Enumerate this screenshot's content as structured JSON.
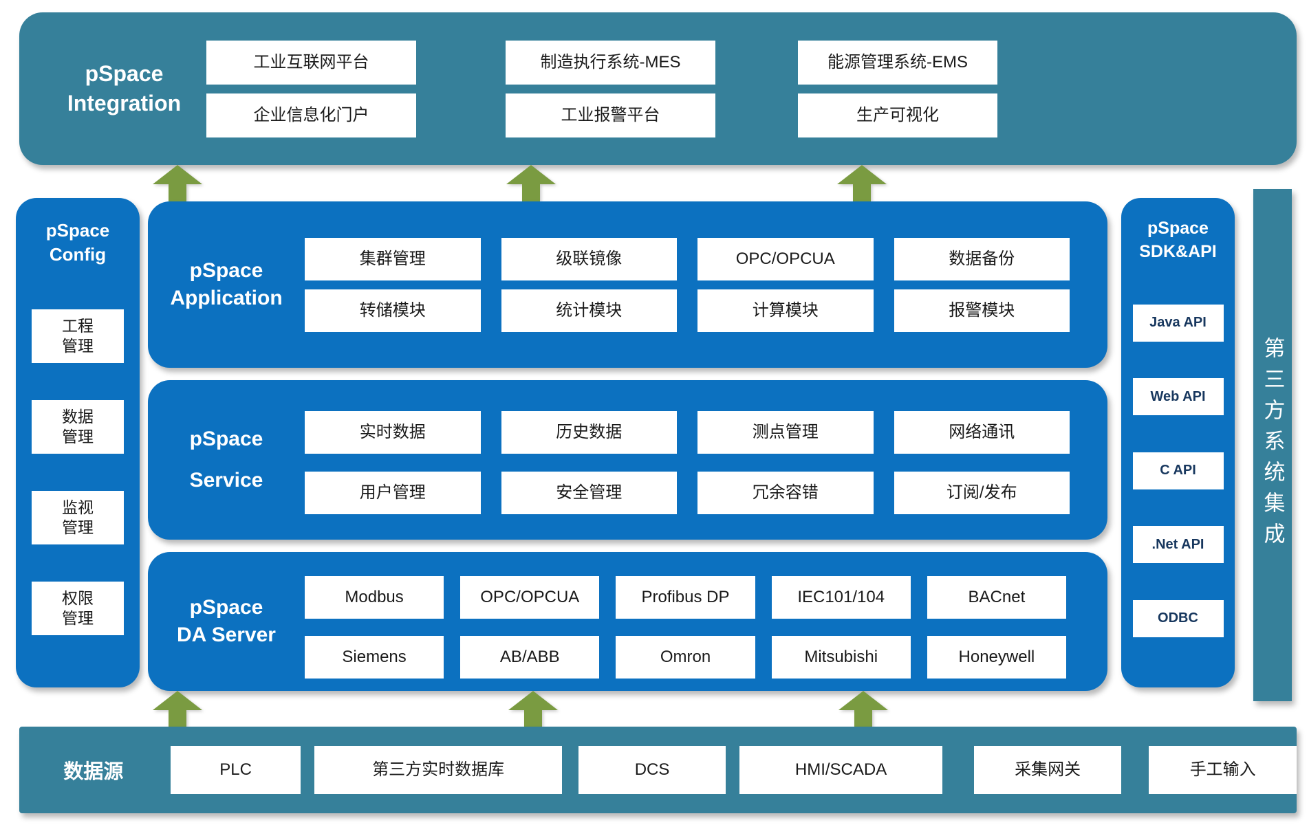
{
  "colors": {
    "teal": "#36809A",
    "blue": "#0C71C0",
    "arrow_green": "#7A9B41",
    "box_text": "#1A1A1A",
    "api_text": "#17375E"
  },
  "integration": {
    "title_line1": "pSpace",
    "title_line2": "Integration",
    "columns": [
      {
        "top": "工业互联网平台",
        "bottom": "企业信息化门户"
      },
      {
        "top": "制造执行系统-MES",
        "bottom": "工业报警平台"
      },
      {
        "top": "能源管理系统-EMS",
        "bottom": "生产可视化"
      }
    ]
  },
  "config": {
    "title_line1": "pSpace",
    "title_line2": "Config",
    "items": [
      {
        "line1": "工程",
        "line2": "管理"
      },
      {
        "line1": "数据",
        "line2": "管理"
      },
      {
        "line1": "监视",
        "line2": "管理"
      },
      {
        "line1": "权限",
        "line2": "管理"
      }
    ]
  },
  "application": {
    "title_line1": "pSpace",
    "title_line2": "Application",
    "row1": [
      "集群管理",
      "级联镜像",
      "OPC/OPCUA",
      "数据备份"
    ],
    "row2": [
      "转储模块",
      "统计模块",
      "计算模块",
      "报警模块"
    ]
  },
  "service": {
    "title_line1": "pSpace",
    "title_line2": "Service",
    "row1": [
      "实时数据",
      "历史数据",
      "测点管理",
      "网络通讯"
    ],
    "row2": [
      "用户管理",
      "安全管理",
      "冗余容错",
      "订阅/发布"
    ]
  },
  "da_server": {
    "title_line1": "pSpace",
    "title_line2": "DA Server",
    "row1": [
      "Modbus",
      "OPC/OPCUA",
      "Profibus DP",
      "IEC101/104",
      "BACnet"
    ],
    "row2": [
      "Siemens",
      "AB/ABB",
      "Omron",
      "Mitsubishi",
      "Honeywell"
    ]
  },
  "sdk_api": {
    "title_line1": "pSpace",
    "title_line2": "SDK&API",
    "items": [
      "Java API",
      "Web API",
      "C API",
      ".Net API",
      "ODBC"
    ]
  },
  "third_party": {
    "label": "第三方系统集成"
  },
  "datasource": {
    "title": "数据源",
    "items": [
      "PLC",
      "第三方实时数据库",
      "DCS",
      "HMI/SCADA",
      "采集网关",
      "手工输入"
    ]
  }
}
